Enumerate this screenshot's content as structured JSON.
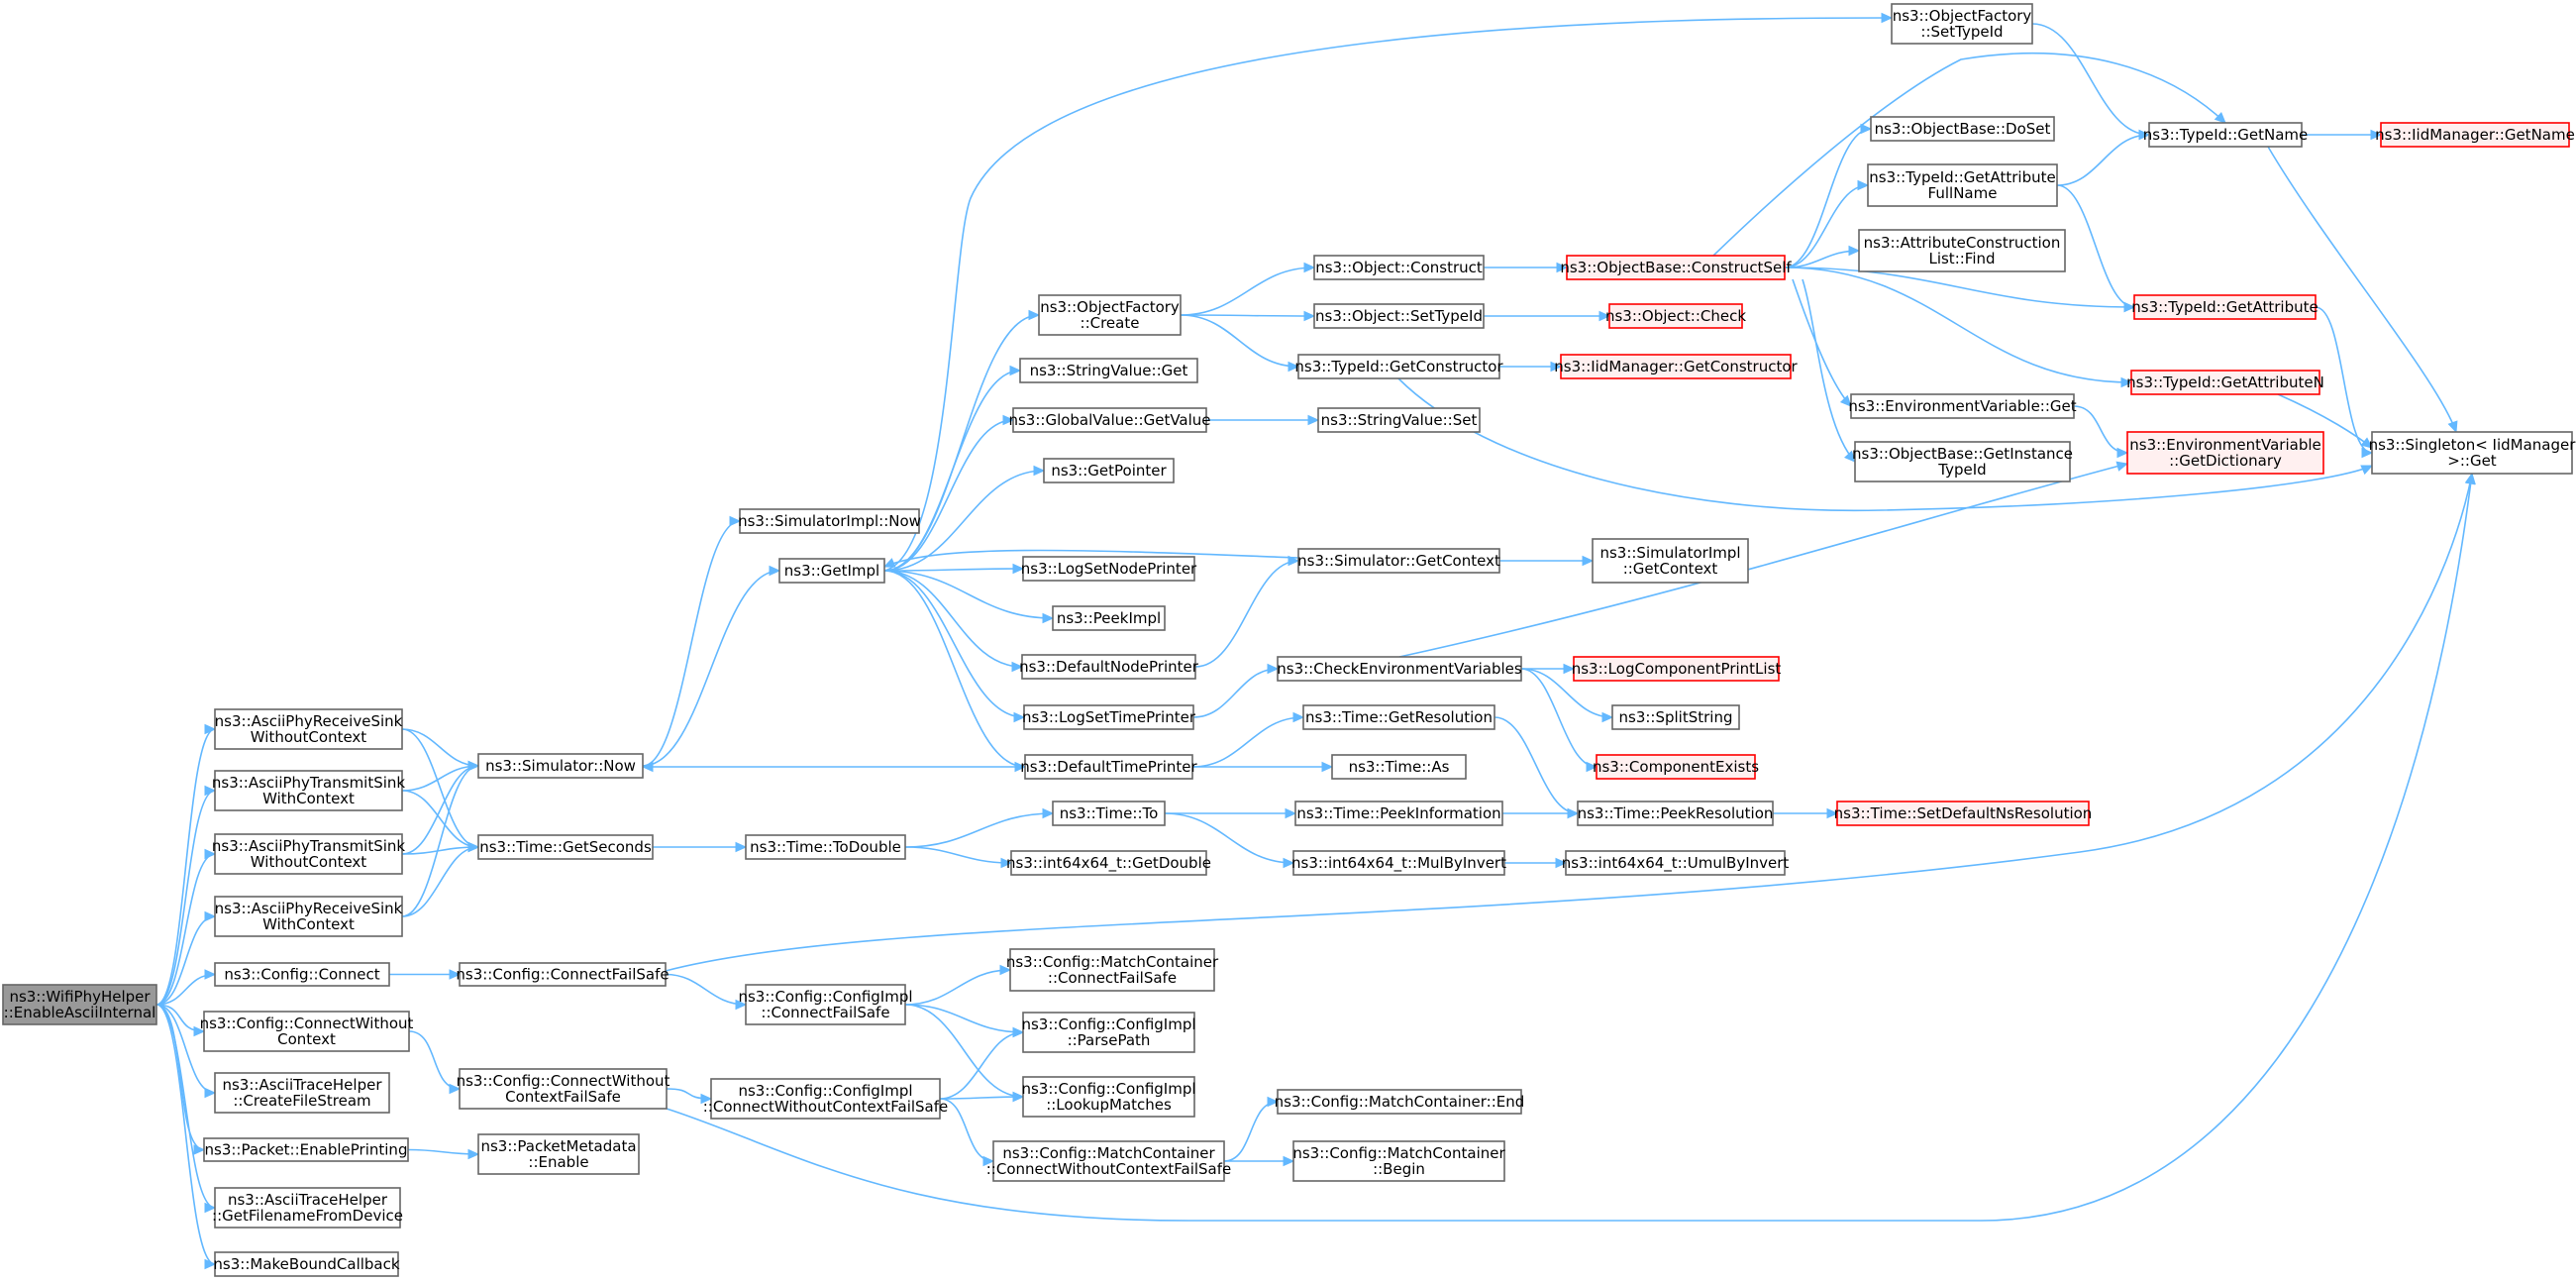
{
  "nodes": [
    {
      "id": "root",
      "lines": [
        "ns3::WifiPhyHelper",
        "::EnableAsciiInternal"
      ],
      "style": "root"
    },
    {
      "id": "rxSinkWo",
      "lines": [
        "ns3::AsciiPhyReceiveSink",
        "WithoutContext"
      ],
      "style": "normal"
    },
    {
      "id": "txSinkWith",
      "lines": [
        "ns3::AsciiPhyTransmitSink",
        "WithContext"
      ],
      "style": "normal"
    },
    {
      "id": "txSinkWo",
      "lines": [
        "ns3::AsciiPhyTransmitSink",
        "WithoutContext"
      ],
      "style": "normal"
    },
    {
      "id": "rxSinkWith",
      "lines": [
        "ns3::AsciiPhyReceiveSink",
        "WithContext"
      ],
      "style": "normal"
    },
    {
      "id": "cfgConnect",
      "lines": [
        "ns3::Config::Connect"
      ],
      "style": "normal"
    },
    {
      "id": "cfgConnectWo",
      "lines": [
        "ns3::Config::ConnectWithout",
        "Context"
      ],
      "style": "normal"
    },
    {
      "id": "createFile",
      "lines": [
        "ns3::AsciiTraceHelper",
        "::CreateFileStream"
      ],
      "style": "normal"
    },
    {
      "id": "pktEnable",
      "lines": [
        "ns3::Packet::EnablePrinting"
      ],
      "style": "normal"
    },
    {
      "id": "getFilename",
      "lines": [
        "ns3::AsciiTraceHelper",
        "::GetFilenameFromDevice"
      ],
      "style": "normal"
    },
    {
      "id": "makeBound",
      "lines": [
        "ns3::MakeBoundCallback"
      ],
      "style": "normal"
    },
    {
      "id": "simNow",
      "lines": [
        "ns3::Simulator::Now"
      ],
      "style": "normal"
    },
    {
      "id": "timeGetSec",
      "lines": [
        "ns3::Time::GetSeconds"
      ],
      "style": "normal"
    },
    {
      "id": "cfgConnectFS",
      "lines": [
        "ns3::Config::ConnectFailSafe"
      ],
      "style": "normal"
    },
    {
      "id": "cfgConnectWoFS",
      "lines": [
        "ns3::Config::ConnectWithout",
        "ContextFailSafe"
      ],
      "style": "normal"
    },
    {
      "id": "pktMetaEnable",
      "lines": [
        "ns3::PacketMetadata",
        "::Enable"
      ],
      "style": "normal"
    },
    {
      "id": "simImplNow",
      "lines": [
        "ns3::SimulatorImpl::Now"
      ],
      "style": "normal"
    },
    {
      "id": "getImpl",
      "lines": [
        "ns3::GetImpl"
      ],
      "style": "normal"
    },
    {
      "id": "timeToDouble",
      "lines": [
        "ns3::Time::ToDouble"
      ],
      "style": "normal"
    },
    {
      "id": "cfgImplConnFS",
      "lines": [
        "ns3::Config::ConfigImpl",
        "::ConnectFailSafe"
      ],
      "style": "normal"
    },
    {
      "id": "cfgImplConnWoFS",
      "lines": [
        "ns3::Config::ConfigImpl",
        "::ConnectWithoutContextFailSafe"
      ],
      "style": "normal"
    },
    {
      "id": "objFactCreate",
      "lines": [
        "ns3::ObjectFactory",
        "::Create"
      ],
      "style": "normal"
    },
    {
      "id": "strValGet",
      "lines": [
        "ns3::StringValue::Get"
      ],
      "style": "normal"
    },
    {
      "id": "globValGet",
      "lines": [
        "ns3::GlobalValue::GetValue"
      ],
      "style": "normal"
    },
    {
      "id": "getPointer",
      "lines": [
        "ns3::GetPointer"
      ],
      "style": "normal"
    },
    {
      "id": "logSetNode",
      "lines": [
        "ns3::LogSetNodePrinter"
      ],
      "style": "normal"
    },
    {
      "id": "peekImpl",
      "lines": [
        "ns3::PeekImpl"
      ],
      "style": "normal"
    },
    {
      "id": "defNodePr",
      "lines": [
        "ns3::DefaultNodePrinter"
      ],
      "style": "normal"
    },
    {
      "id": "logSetTime",
      "lines": [
        "ns3::LogSetTimePrinter"
      ],
      "style": "normal"
    },
    {
      "id": "defTimePr",
      "lines": [
        "ns3::DefaultTimePrinter"
      ],
      "style": "normal"
    },
    {
      "id": "timeTo",
      "lines": [
        "ns3::Time::To"
      ],
      "style": "normal"
    },
    {
      "id": "i64GetDouble",
      "lines": [
        "ns3::int64x64_t::GetDouble"
      ],
      "style": "normal"
    },
    {
      "id": "mcConnFS",
      "lines": [
        "ns3::Config::MatchContainer",
        "::ConnectFailSafe"
      ],
      "style": "normal"
    },
    {
      "id": "cfgParsePath",
      "lines": [
        "ns3::Config::ConfigImpl",
        "::ParsePath"
      ],
      "style": "normal"
    },
    {
      "id": "cfgLookup",
      "lines": [
        "ns3::Config::ConfigImpl",
        "::LookupMatches"
      ],
      "style": "normal"
    },
    {
      "id": "mcConnWoFS",
      "lines": [
        "ns3::Config::MatchContainer",
        "::ConnectWithoutContextFailSafe"
      ],
      "style": "normal"
    },
    {
      "id": "objFactSetTid",
      "lines": [
        "ns3::ObjectFactory",
        "::SetTypeId"
      ],
      "style": "normal"
    },
    {
      "id": "objConstruct",
      "lines": [
        "ns3::Object::Construct"
      ],
      "style": "normal"
    },
    {
      "id": "objSetTid",
      "lines": [
        "ns3::Object::SetTypeId"
      ],
      "style": "normal"
    },
    {
      "id": "tidGetCtor",
      "lines": [
        "ns3::TypeId::GetConstructor"
      ],
      "style": "normal"
    },
    {
      "id": "strValSet",
      "lines": [
        "ns3::StringValue::Set"
      ],
      "style": "normal"
    },
    {
      "id": "simGetCtx",
      "lines": [
        "ns3::Simulator::GetContext"
      ],
      "style": "normal"
    },
    {
      "id": "checkEnv",
      "lines": [
        "ns3::CheckEnvironmentVariables"
      ],
      "style": "normal"
    },
    {
      "id": "timeGetRes",
      "lines": [
        "ns3::Time::GetResolution"
      ],
      "style": "normal"
    },
    {
      "id": "timeAs",
      "lines": [
        "ns3::Time::As"
      ],
      "style": "normal"
    },
    {
      "id": "timePeekInfo",
      "lines": [
        "ns3::Time::PeekInformation"
      ],
      "style": "normal"
    },
    {
      "id": "i64MulByInv",
      "lines": [
        "ns3::int64x64_t::MulByInvert"
      ],
      "style": "normal"
    },
    {
      "id": "mcEnd",
      "lines": [
        "ns3::Config::MatchContainer::End"
      ],
      "style": "normal"
    },
    {
      "id": "mcBegin",
      "lines": [
        "ns3::Config::MatchContainer",
        "::Begin"
      ],
      "style": "normal"
    },
    {
      "id": "objBaseCS",
      "lines": [
        "ns3::ObjectBase::ConstructSelf"
      ],
      "style": "red"
    },
    {
      "id": "objCheck",
      "lines": [
        "ns3::Object::Check"
      ],
      "style": "red"
    },
    {
      "id": "iidGetCtor",
      "lines": [
        "ns3::IidManager::GetConstructor"
      ],
      "style": "red"
    },
    {
      "id": "simImplGetCtx",
      "lines": [
        "ns3::SimulatorImpl",
        "::GetContext"
      ],
      "style": "normal"
    },
    {
      "id": "logCompPrint",
      "lines": [
        "ns3::LogComponentPrintList"
      ],
      "style": "red"
    },
    {
      "id": "splitString",
      "lines": [
        "ns3::SplitString"
      ],
      "style": "normal"
    },
    {
      "id": "compExists",
      "lines": [
        "ns3::ComponentExists"
      ],
      "style": "red"
    },
    {
      "id": "timePeekRes",
      "lines": [
        "ns3::Time::PeekResolution"
      ],
      "style": "normal"
    },
    {
      "id": "i64UmulByInv",
      "lines": [
        "ns3::int64x64_t::UmulByInvert"
      ],
      "style": "normal"
    },
    {
      "id": "objBaseDoSet",
      "lines": [
        "ns3::ObjectBase::DoSet"
      ],
      "style": "normal"
    },
    {
      "id": "tidGetAttrFull",
      "lines": [
        "ns3::TypeId::GetAttribute",
        "FullName"
      ],
      "style": "normal"
    },
    {
      "id": "attrConstrFind",
      "lines": [
        "ns3::AttributeConstruction",
        "List::Find"
      ],
      "style": "normal"
    },
    {
      "id": "envVarGet",
      "lines": [
        "ns3::EnvironmentVariable::Get"
      ],
      "style": "normal"
    },
    {
      "id": "objBaseGetInst",
      "lines": [
        "ns3::ObjectBase::GetInstance",
        "TypeId"
      ],
      "style": "normal"
    },
    {
      "id": "timeSetDefRes",
      "lines": [
        "ns3::Time::SetDefaultNsResolution"
      ],
      "style": "red"
    },
    {
      "id": "tidGetName",
      "lines": [
        "ns3::TypeId::GetName"
      ],
      "style": "normal"
    },
    {
      "id": "tidGetAttr",
      "lines": [
        "ns3::TypeId::GetAttribute"
      ],
      "style": "red"
    },
    {
      "id": "tidGetAttrN",
      "lines": [
        "ns3::TypeId::GetAttributeN"
      ],
      "style": "red"
    },
    {
      "id": "envVarGetDict",
      "lines": [
        "ns3::EnvironmentVariable",
        "::GetDictionary"
      ],
      "style": "red"
    },
    {
      "id": "iidGetName",
      "lines": [
        "ns3::IidManager::GetName"
      ],
      "style": "red"
    },
    {
      "id": "singletonGet",
      "lines": [
        "ns3::Singleton< IidManager",
        ">::Get"
      ],
      "style": "normal"
    }
  ],
  "edges": [
    [
      "root",
      "rxSinkWo"
    ],
    [
      "root",
      "txSinkWith"
    ],
    [
      "root",
      "txSinkWo"
    ],
    [
      "root",
      "rxSinkWith"
    ],
    [
      "root",
      "cfgConnect"
    ],
    [
      "root",
      "cfgConnectWo"
    ],
    [
      "root",
      "createFile"
    ],
    [
      "root",
      "pktEnable"
    ],
    [
      "root",
      "getFilename"
    ],
    [
      "root",
      "makeBound"
    ],
    [
      "rxSinkWo",
      "simNow"
    ],
    [
      "rxSinkWo",
      "timeGetSec"
    ],
    [
      "txSinkWith",
      "simNow"
    ],
    [
      "txSinkWith",
      "timeGetSec"
    ],
    [
      "txSinkWo",
      "simNow"
    ],
    [
      "txSinkWo",
      "timeGetSec"
    ],
    [
      "rxSinkWith",
      "simNow"
    ],
    [
      "rxSinkWith",
      "timeGetSec"
    ],
    [
      "cfgConnect",
      "cfgConnectFS"
    ],
    [
      "cfgConnectWo",
      "cfgConnectWoFS"
    ],
    [
      "pktEnable",
      "pktMetaEnable"
    ],
    [
      "simNow",
      "simImplNow"
    ],
    [
      "simNow",
      "getImpl"
    ],
    [
      "timeGetSec",
      "timeToDouble"
    ],
    [
      "cfgConnectFS",
      "cfgImplConnFS"
    ],
    [
      "cfgConnectFS",
      "singletonGet"
    ],
    [
      "cfgConnectWoFS",
      "cfgImplConnWoFS"
    ],
    [
      "cfgConnectWoFS",
      "singletonGet"
    ],
    [
      "getImpl",
      "objFactCreate"
    ],
    [
      "getImpl",
      "strValGet"
    ],
    [
      "getImpl",
      "globValGet"
    ],
    [
      "getImpl",
      "getPointer"
    ],
    [
      "getImpl",
      "logSetNode"
    ],
    [
      "getImpl",
      "peekImpl"
    ],
    [
      "getImpl",
      "defNodePr"
    ],
    [
      "getImpl",
      "logSetTime"
    ],
    [
      "getImpl",
      "defTimePr"
    ],
    [
      "getImpl",
      "objFactSetTid"
    ],
    [
      "timeToDouble",
      "timeTo"
    ],
    [
      "timeToDouble",
      "i64GetDouble"
    ],
    [
      "cfgImplConnFS",
      "mcConnFS"
    ],
    [
      "cfgImplConnFS",
      "cfgParsePath"
    ],
    [
      "cfgImplConnFS",
      "cfgLookup"
    ],
    [
      "cfgImplConnWoFS",
      "cfgParsePath"
    ],
    [
      "cfgImplConnWoFS",
      "cfgLookup"
    ],
    [
      "cfgImplConnWoFS",
      "mcConnWoFS"
    ],
    [
      "objFactCreate",
      "objConstruct"
    ],
    [
      "objFactCreate",
      "objSetTid"
    ],
    [
      "objFactCreate",
      "tidGetCtor"
    ],
    [
      "globValGet",
      "strValSet"
    ],
    [
      "defNodePr",
      "simGetCtx"
    ],
    [
      "simGetCtx",
      "getImpl"
    ],
    [
      "simGetCtx",
      "simImplGetCtx"
    ],
    [
      "logSetTime",
      "checkEnv"
    ],
    [
      "defTimePr",
      "simNow"
    ],
    [
      "defTimePr",
      "timeGetRes"
    ],
    [
      "defTimePr",
      "timeAs"
    ],
    [
      "timeTo",
      "timePeekInfo"
    ],
    [
      "timeTo",
      "i64MulByInv"
    ],
    [
      "mcConnWoFS",
      "mcEnd"
    ],
    [
      "mcConnWoFS",
      "mcBegin"
    ],
    [
      "objFactSetTid",
      "tidGetName"
    ],
    [
      "objConstruct",
      "objBaseCS"
    ],
    [
      "objSetTid",
      "objCheck"
    ],
    [
      "tidGetCtor",
      "iidGetCtor"
    ],
    [
      "tidGetCtor",
      "singletonGet"
    ],
    [
      "checkEnv",
      "logCompPrint"
    ],
    [
      "checkEnv",
      "splitString"
    ],
    [
      "checkEnv",
      "compExists"
    ],
    [
      "checkEnv",
      "envVarGetDict"
    ],
    [
      "timeGetRes",
      "timePeekRes"
    ],
    [
      "timePeekInfo",
      "timePeekRes"
    ],
    [
      "i64MulByInv",
      "i64UmulByInv"
    ],
    [
      "timePeekRes",
      "timeSetDefRes"
    ],
    [
      "objBaseCS",
      "objBaseDoSet"
    ],
    [
      "objBaseCS",
      "tidGetAttrFull"
    ],
    [
      "objBaseCS",
      "attrConstrFind"
    ],
    [
      "objBaseCS",
      "envVarGet"
    ],
    [
      "objBaseCS",
      "objBaseGetInst"
    ],
    [
      "objBaseCS",
      "tidGetName"
    ],
    [
      "objBaseCS",
      "tidGetAttr"
    ],
    [
      "objBaseCS",
      "tidGetAttrN"
    ],
    [
      "tidGetAttrFull",
      "tidGetName"
    ],
    [
      "tidGetAttrFull",
      "tidGetAttr"
    ],
    [
      "envVarGet",
      "envVarGetDict"
    ],
    [
      "tidGetName",
      "iidGetName"
    ],
    [
      "tidGetName",
      "singletonGet"
    ],
    [
      "tidGetAttr",
      "singletonGet"
    ],
    [
      "tidGetAttrN",
      "singletonGet"
    ]
  ],
  "colors": {
    "edge": "#63b8ff",
    "box_border": "#666666",
    "box_fill": "#ffffff",
    "root_fill": "#999999",
    "red_border": "#ff0000",
    "red_fill": "#fff0f0",
    "text": "#000000"
  }
}
